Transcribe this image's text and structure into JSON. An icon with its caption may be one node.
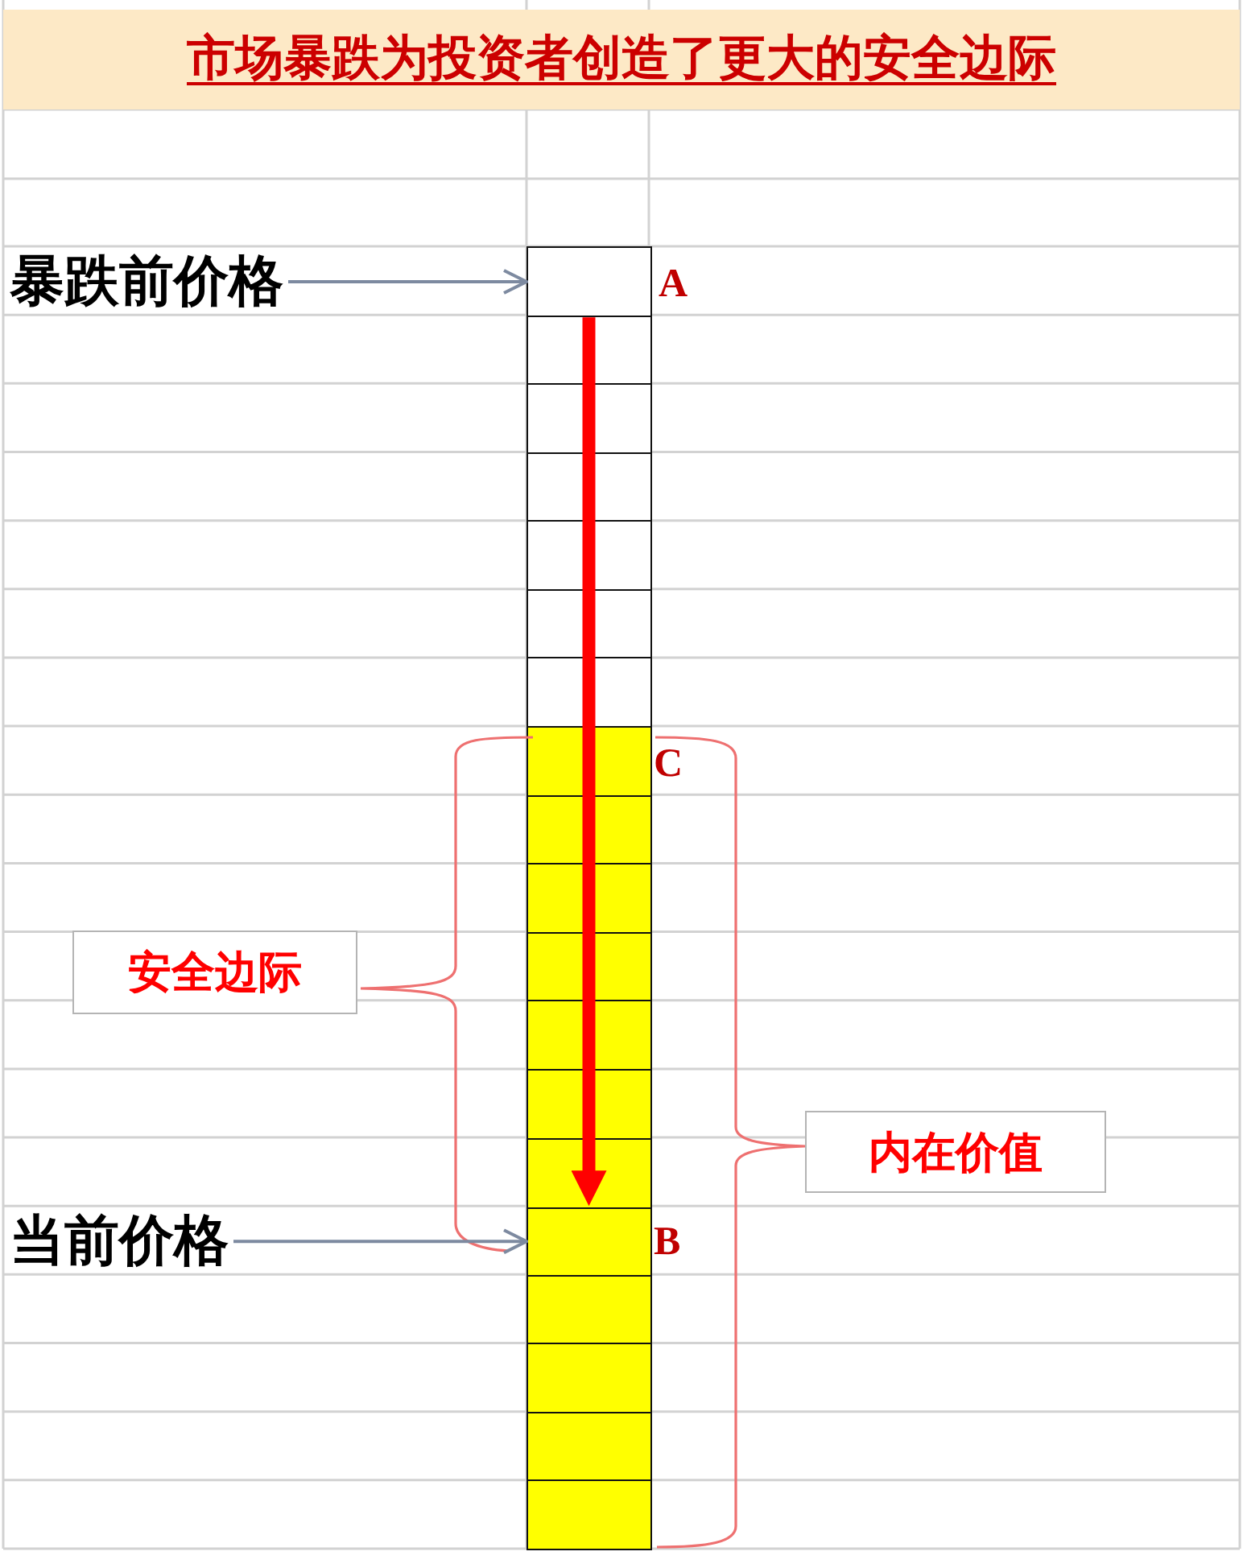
{
  "diagram": {
    "title": "市场暴跌为投资者创造了更大的安全边际",
    "nodes": [
      {
        "text": [
          "暴跌前价格"
        ]
      },
      {
        "text": [],
        "shape": "box",
        "beside": [
          "A"
        ]
      },
      {
        "text": [
          "安全边际"
        ]
      },
      {
        "text": [
          "内在价值"
        ]
      },
      {
        "text": [
          "当前价格"
        ]
      },
      {
        "text": [],
        "shape": "box",
        "beside": [
          "B"
        ]
      }
    ],
    "edges": [
      {
        "from": 0,
        "to": 1,
        "arrow": "to"
      },
      {
        "from": 1,
        "to": 5,
        "arrow": "to",
        "style": "thick",
        "color": "#ff0000"
      },
      {
        "from": 4,
        "to": 5,
        "arrow": "to"
      }
    ],
    "labels": [
      "C"
    ]
  }
}
